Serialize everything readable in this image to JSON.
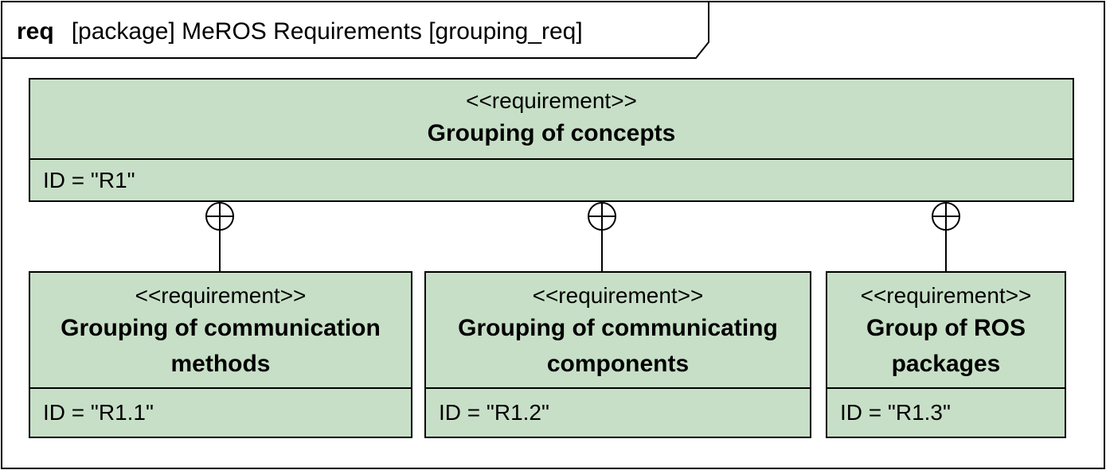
{
  "frame": {
    "keyword": "req",
    "title": "[package] MeROS Requirements [grouping_req]"
  },
  "requirements": {
    "r1": {
      "stereotype": "<<requirement>>",
      "name": "Grouping of concepts",
      "attribute": "ID = \"R1\""
    },
    "r11": {
      "stereotype": "<<requirement>>",
      "name_line1": "Grouping of communication",
      "name_line2": "methods",
      "attribute": "ID = \"R1.1\""
    },
    "r12": {
      "stereotype": "<<requirement>>",
      "name_line1": "Grouping of communicating",
      "name_line2": "components",
      "attribute": "ID = \"R1.2\""
    },
    "r13": {
      "stereotype": "<<requirement>>",
      "name_line1": "Group of ROS",
      "name_line2": "packages",
      "attribute": "ID = \"R1.3\""
    }
  },
  "colors": {
    "block_fill": "#c7dfc7",
    "stroke": "#000000",
    "background": "#ffffff"
  },
  "relationships": [
    {
      "type": "containment",
      "from": "r1",
      "to": "r11"
    },
    {
      "type": "containment",
      "from": "r1",
      "to": "r12"
    },
    {
      "type": "containment",
      "from": "r1",
      "to": "r13"
    }
  ]
}
